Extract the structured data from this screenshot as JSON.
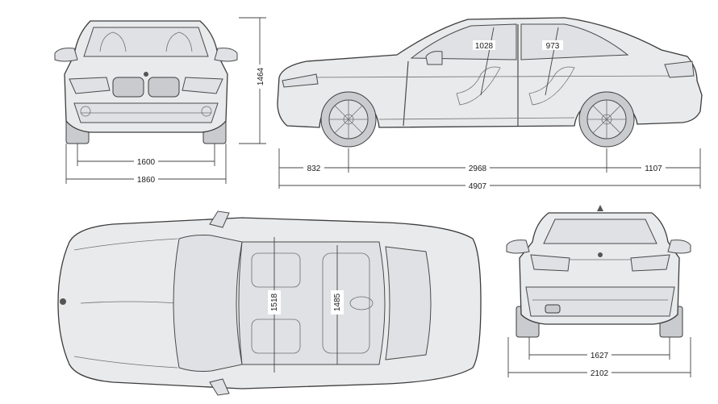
{
  "diagram": {
    "front_view": {
      "track_front": "1600",
      "overall_width": "1860",
      "overall_height": "1464"
    },
    "side_view": {
      "front_overhang": "832",
      "wheelbase": "2968",
      "rear_overhang": "1107",
      "overall_length": "4907",
      "front_headroom": "1028",
      "rear_headroom": "973"
    },
    "top_view": {
      "front_shoulder_width": "1518",
      "rear_shoulder_width": "1485"
    },
    "rear_view": {
      "track_rear": "1627",
      "width_incl_mirrors": "2102"
    }
  }
}
